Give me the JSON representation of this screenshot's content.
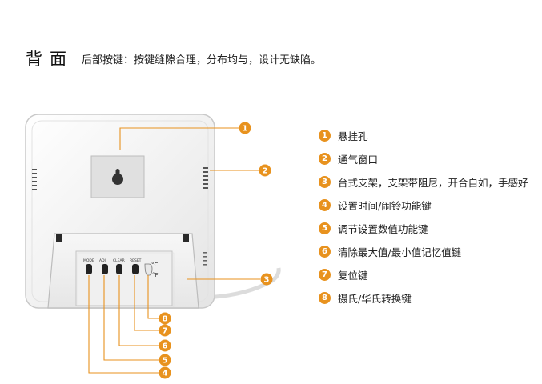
{
  "header": {
    "title": "背面",
    "description": "后部按键：按键缝隙合理，分布均与，设计无缺陷。"
  },
  "features": [
    {
      "number": "1",
      "label": "悬挂孔"
    },
    {
      "number": "2",
      "label": "通气窗口"
    },
    {
      "number": "3",
      "label": "台式支架，支架带阻尼，开合自如，手感好"
    },
    {
      "number": "4",
      "label": "设置时间/闹铃功能键"
    },
    {
      "number": "5",
      "label": "调节设置数值功能键"
    },
    {
      "number": "6",
      "label": "清除最大值/最小值记忆值键"
    },
    {
      "number": "7",
      "label": "复位键"
    },
    {
      "number": "8",
      "label": "摄氏/华氏转换键"
    }
  ],
  "keys": {
    "mode": "MODE",
    "adj": "ADJ",
    "clear": "CLEAR",
    "reset": "RESET",
    "celsius": "°C",
    "fahrenheit": "°F"
  },
  "callouts": {
    "c1": "1",
    "c2": "2",
    "c3": "3",
    "c4": "4",
    "c5": "5",
    "c6": "6",
    "c7": "7",
    "c8": "8"
  },
  "colors": {
    "accent": "#e8921e",
    "leader_line": "#e8921e",
    "device_body": "#f4f4f4"
  }
}
